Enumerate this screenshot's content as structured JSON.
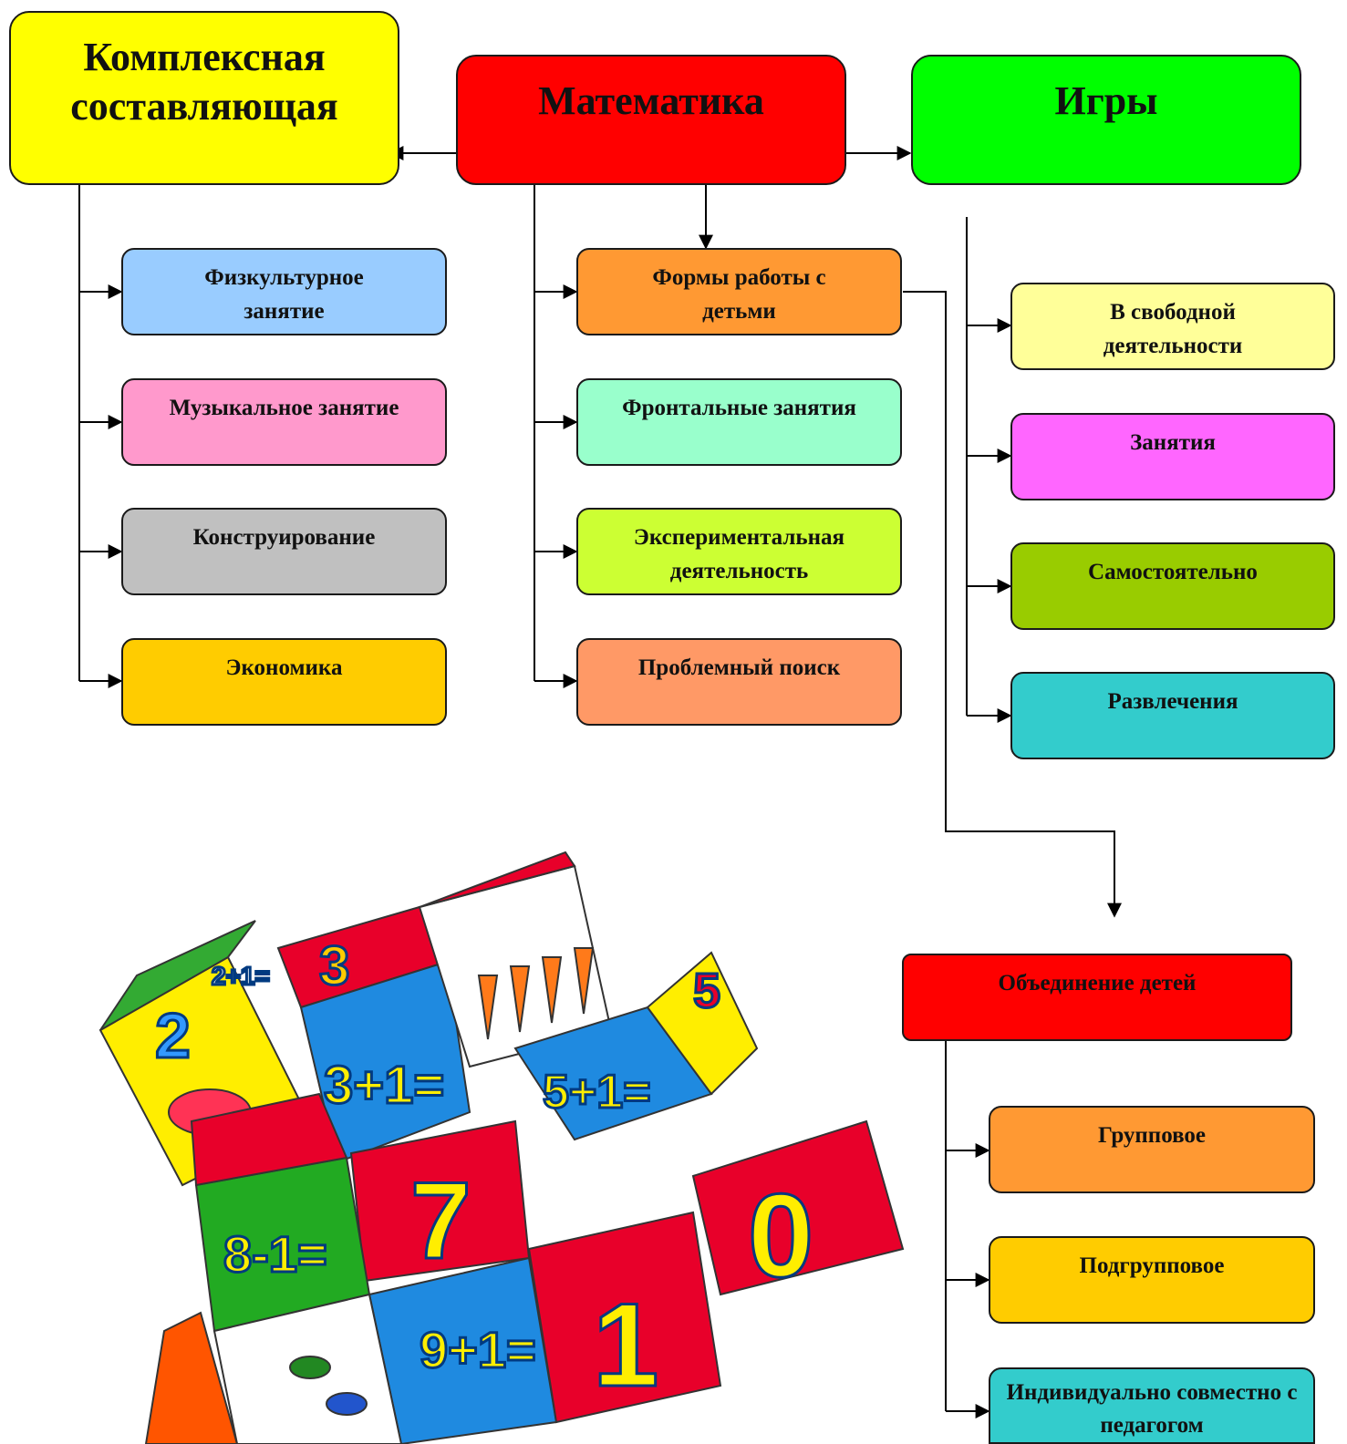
{
  "top": {
    "complex": {
      "label": "Комплексная составляющая",
      "color": "#ffff00"
    },
    "math": {
      "label": "Математика",
      "color": "#ff0000"
    },
    "games": {
      "label": "Игры",
      "color": "#00ff00"
    }
  },
  "left_column": [
    {
      "label": "Физкультурное занятие",
      "color": "#99ccff"
    },
    {
      "label": "Музыкальное занятие",
      "color": "#ff99cc"
    },
    {
      "label": "Конструирование",
      "color": "#c0c0c0"
    },
    {
      "label": "Экономика",
      "color": "#ffcc00"
    }
  ],
  "middle_column": [
    {
      "label": "Формы работы с детьми",
      "color": "#ff9933"
    },
    {
      "label": "Фронтальные занятия",
      "color": "#99ffcc"
    },
    {
      "label": "Экспериментальная деятельность",
      "color": "#ccff33"
    },
    {
      "label": "Проблемный поиск",
      "color": "#ff9966"
    }
  ],
  "right_column": [
    {
      "label": "В свободной деятельности",
      "color": "#ffff99"
    },
    {
      "label": "Занятия",
      "color": "#ff66ff"
    },
    {
      "label": "Самостоятельно",
      "color": "#99cc00"
    },
    {
      "label": "Развлечения",
      "color": "#33cccc"
    }
  ],
  "grouping": {
    "label": "Объединение детей",
    "color": "#ff0000",
    "items": [
      {
        "label": "Групповое",
        "color": "#ff9933"
      },
      {
        "label": "Подгрупповое",
        "color": "#ffcc00"
      },
      {
        "label": "Индивидуально совместно с педагогом",
        "color": "#33cccc"
      }
    ]
  },
  "photo": {
    "subject": "soft-toy-number-cubes",
    "cube_texts": [
      "2",
      "2+1=",
      "3",
      "3+1=",
      "5",
      "5+1=",
      "7",
      "8-1=",
      "9+1=",
      "1",
      "0"
    ]
  }
}
